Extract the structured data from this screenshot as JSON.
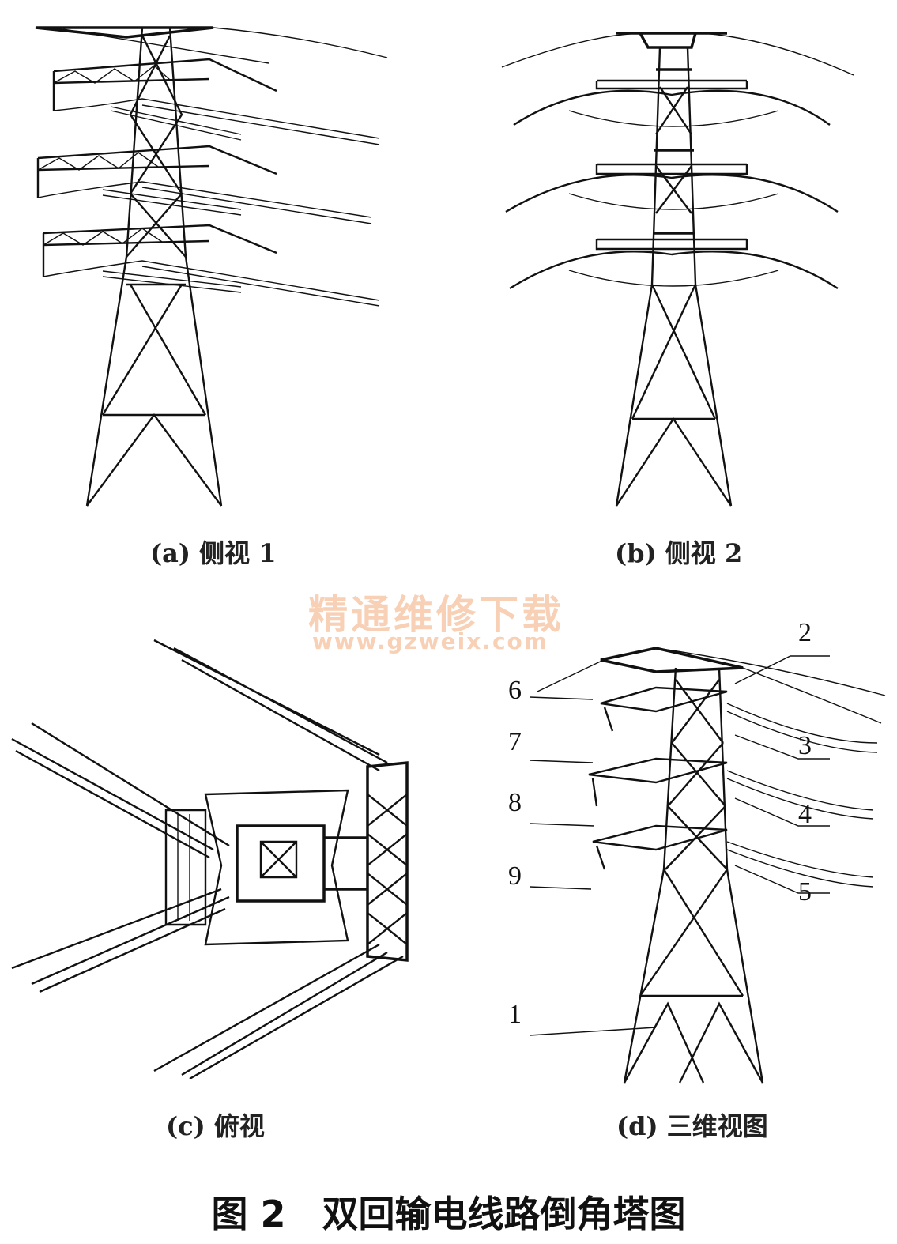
{
  "panels": {
    "a": {
      "caption": "(a) 侧视 1"
    },
    "b": {
      "caption": "(b) 侧视 2"
    },
    "c": {
      "caption": "(c) 俯视"
    },
    "d": {
      "caption": "(d) 三维视图"
    }
  },
  "callouts": [
    "1",
    "2",
    "3",
    "4",
    "5",
    "6",
    "7",
    "8",
    "9"
  ],
  "watermark": {
    "main": "精通维修下载",
    "url": "www.gzweix.com"
  },
  "figure_title": "图 2　双回输电线路倒角塔图",
  "colors": {
    "line": "#111111",
    "watermark": "#f0aa78",
    "background": "#ffffff"
  }
}
